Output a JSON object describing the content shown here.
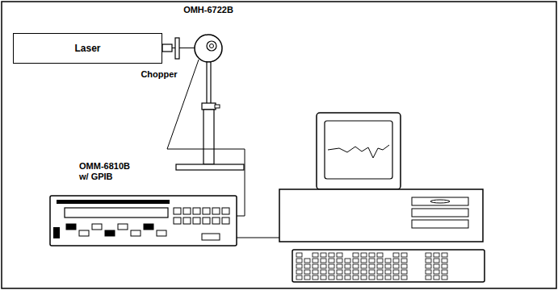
{
  "diagram": {
    "nodes": [
      {
        "text": [
          "Laser"
        ]
      }
    ],
    "labels": [
      "OMH-6722B",
      "Chopper",
      "OMM-6810B w/ GPIB"
    ]
  }
}
